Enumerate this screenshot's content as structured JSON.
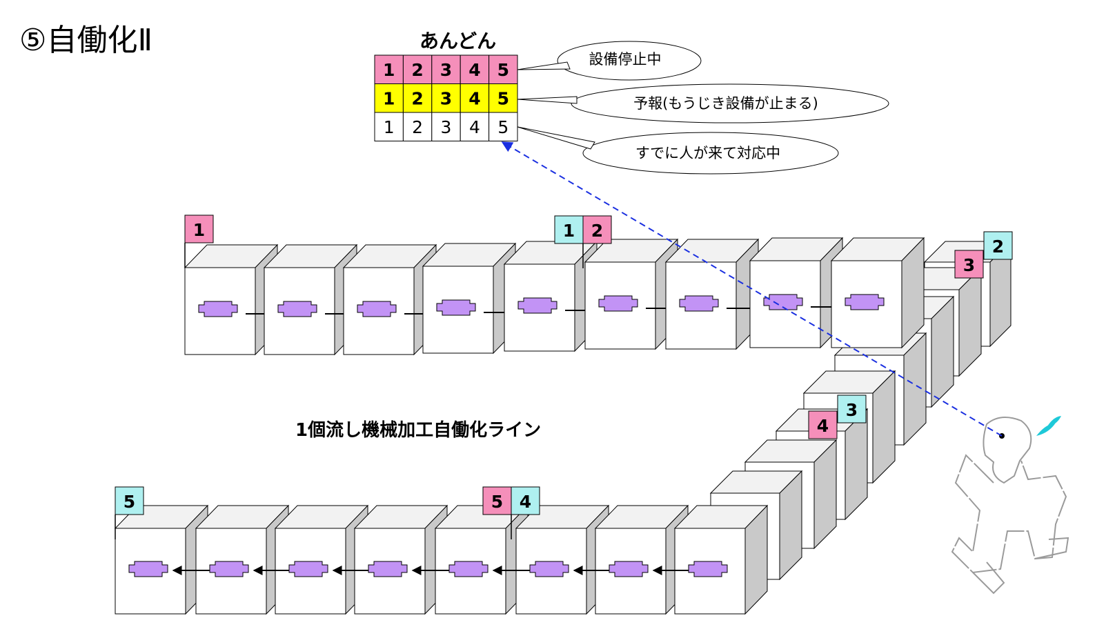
{
  "title": "⑤自働化Ⅱ",
  "andon": {
    "label": "あんどん",
    "rows": [
      {
        "cells": [
          "1",
          "2",
          "3",
          "4",
          "5"
        ],
        "color": "#f58fba"
      },
      {
        "cells": [
          "1",
          "2",
          "3",
          "4",
          "5"
        ],
        "color": "#ffff00"
      },
      {
        "cells": [
          "1",
          "2",
          "3",
          "4",
          "5"
        ],
        "color": "#ffffff"
      }
    ]
  },
  "callouts": [
    {
      "text": "設備停止中"
    },
    {
      "text": "予報(もうじき設備が止まる)"
    },
    {
      "text": "すでに人が来て対応中"
    }
  ],
  "line_label": "1個流し機械加工自働化ライン",
  "flags": [
    {
      "text": "1",
      "color": "#f58fba"
    },
    {
      "text": "1",
      "color": "#aff0f0"
    },
    {
      "text": "2",
      "color": "#f58fba"
    },
    {
      "text": "2",
      "color": "#aff0f0"
    },
    {
      "text": "3",
      "color": "#f58fba"
    },
    {
      "text": "3",
      "color": "#aff0f0"
    },
    {
      "text": "4",
      "color": "#f58fba"
    },
    {
      "text": "5",
      "color": "#aff0f0"
    },
    {
      "text": "5",
      "color": "#f58fba"
    },
    {
      "text": "4",
      "color": "#aff0f0"
    }
  ],
  "colors": {
    "part": "#c293f5",
    "box_face": "#ffffff",
    "box_top": "#f2f2f2",
    "box_side": "#c9c9c9",
    "sight_line": "#1a2fe0",
    "person_stroke": "#9a9a9a",
    "sweat": "#1ec9d8"
  }
}
